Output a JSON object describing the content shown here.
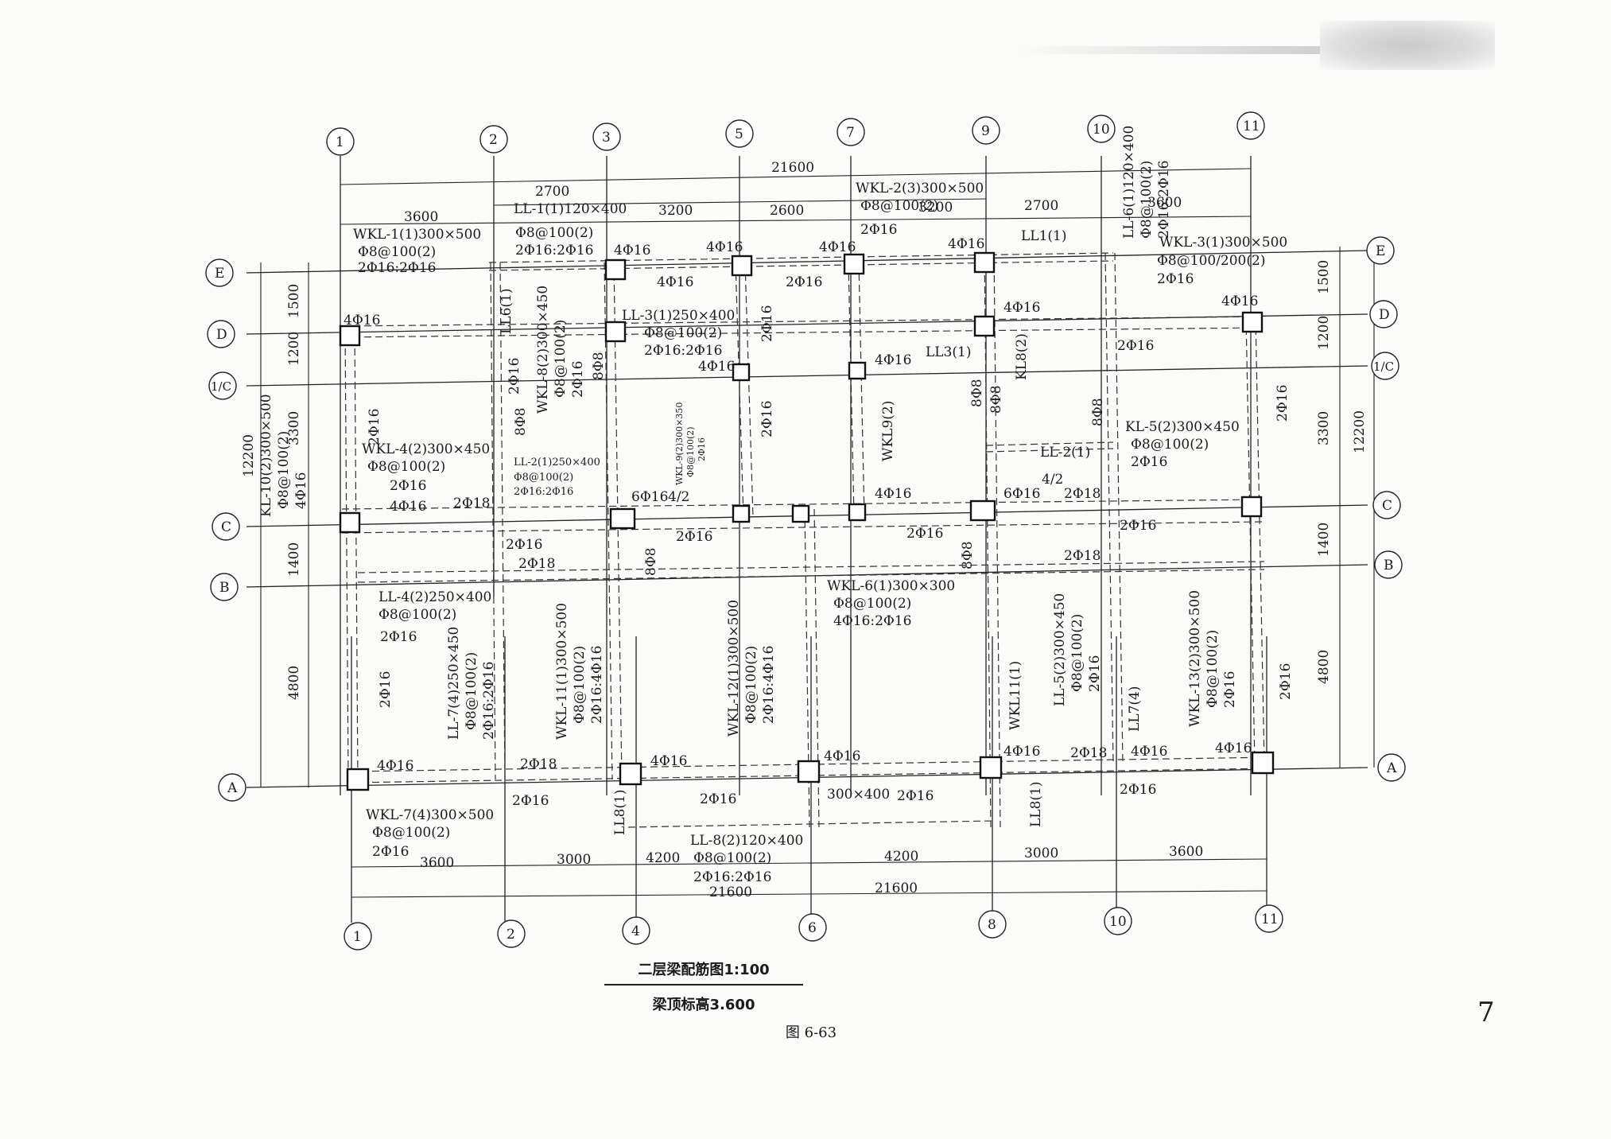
{
  "figure_title": "二层梁配筋图1:100",
  "figure_subtitle": "梁顶标高3.600",
  "figure_number": "图 6-63",
  "page_number": "7",
  "grid_axes": {
    "top_numbers": [
      "1",
      "2",
      "3",
      "5",
      "7",
      "9",
      "10",
      "11"
    ],
    "bottom_numbers": [
      "1",
      "2",
      "4",
      "6",
      "8",
      "10",
      "11"
    ],
    "left_letters": [
      "E",
      "D",
      "1/C",
      "C",
      "B",
      "A"
    ],
    "right_letters": [
      "E",
      "D",
      "1/C",
      "C",
      "B",
      "A"
    ]
  },
  "dimensions": {
    "top_total": "21600",
    "top_row2": [
      "2700",
      "2600",
      "2700"
    ],
    "top_row3": [
      "3600",
      "3200",
      "3200",
      "3600"
    ],
    "bottom_row1": [
      "3600",
      "3000",
      "4200",
      "4200",
      "3000",
      "3600"
    ],
    "bottom_total": "21600",
    "left_total": "12200",
    "left_segments": [
      "1500",
      "1200",
      "3300",
      "1400",
      "4800"
    ],
    "right_total": "12200",
    "right_segments": [
      "1500",
      "1200",
      "3300",
      "1400",
      "4800"
    ]
  },
  "beam_labels": {
    "wkl1": [
      "WKL-1(1)300×500",
      "Φ8@100(2)",
      "2Φ16:2Φ16"
    ],
    "ll1": [
      "LL-1(1)120×400",
      "Φ8@100(2)",
      "2Φ16:2Φ16"
    ],
    "wkl2": [
      "WKL-2(3)300×500",
      "Φ8@100(2)",
      "2Φ16"
    ],
    "ll6": [
      "LL-6(1)120×400",
      "Φ8@100(2)",
      "2Φ16:2Φ16"
    ],
    "wkl3": [
      "WKL-3(1)300×500",
      "Φ8@100/200(2)",
      "2Φ16"
    ],
    "ll1b": "LL1(1)",
    "ll6b": "LL6(1)",
    "wkl8": [
      "WKL-8(2)300×450",
      "Φ8@100(2)",
      "2Φ16"
    ],
    "ll3": [
      "LL-3(1)250×400",
      "Φ8@100(2)",
      "2Φ16:2Φ16"
    ],
    "ll3b": "LL3(1)",
    "kl8": "KL8(2)",
    "kl10": [
      "KL-10(2)300×500",
      "Φ8@100(2)",
      "4Φ16"
    ],
    "wkl4": [
      "WKL-4(2)300×450",
      "Φ8@100(2)",
      "2Φ16",
      "4Φ16"
    ],
    "ll2": [
      "LL-2(1)250×400",
      "Φ8@100(2)",
      "2Φ16:2Φ16"
    ],
    "wkl9s": [
      "WKL-9(2)300×350",
      "Φ8@100(2)",
      "2Φ16"
    ],
    "wkl9": "WKL9(2)",
    "kl5": [
      "KL-5(2)300×450",
      "Φ8@100(2)",
      "2Φ16"
    ],
    "ll2b": "LL-2(1)",
    "ll4": [
      "LL-4(2)250×400",
      "Φ8@100(2)",
      "2Φ16"
    ],
    "ll7": [
      "LL-7(4)250×450",
      "Φ8@100(2)",
      "2Φ16:2Φ16"
    ],
    "wkl11": [
      "WKL-11(1)300×500",
      "Φ8@100(2)",
      "2Φ16:4Φ16"
    ],
    "wkl12": [
      "WKL-12(1)300×500",
      "Φ8@100(2)",
      "2Φ16:4Φ16"
    ],
    "wkl6": [
      "WKL-6(1)300×300",
      "Φ8@100(2)",
      "4Φ16:2Φ16"
    ],
    "ll5": [
      "LL-5(2)300×450",
      "Φ8@100(2)",
      "2Φ16"
    ],
    "wkl11b": "WKL11(1)",
    "ll7b": "LL7(4)",
    "wkl13": [
      "WKL-13(2)300×500",
      "Φ8@100(2)",
      "2Φ16"
    ],
    "wkl7": [
      "WKL-7(4)300×500",
      "Φ8@100(2)",
      "2Φ16"
    ],
    "ll8": [
      "LL-8(2)120×400",
      "Φ8@100(2)",
      "2Φ16:2Φ16"
    ],
    "ll8b": "LL8(1)",
    "ll8c": "LL8(1)",
    "sec300x400": "300×400"
  },
  "rebar_notes": {
    "r4phi16": "4Φ16",
    "r2phi16": "2Φ16",
    "r2phi18": "2Φ18",
    "r6phi16": "6Φ16",
    "r8phi8": "8Φ8",
    "r4_2": "4/2"
  },
  "colors": {
    "line": "#222222",
    "paper": "#fbfbfa"
  }
}
